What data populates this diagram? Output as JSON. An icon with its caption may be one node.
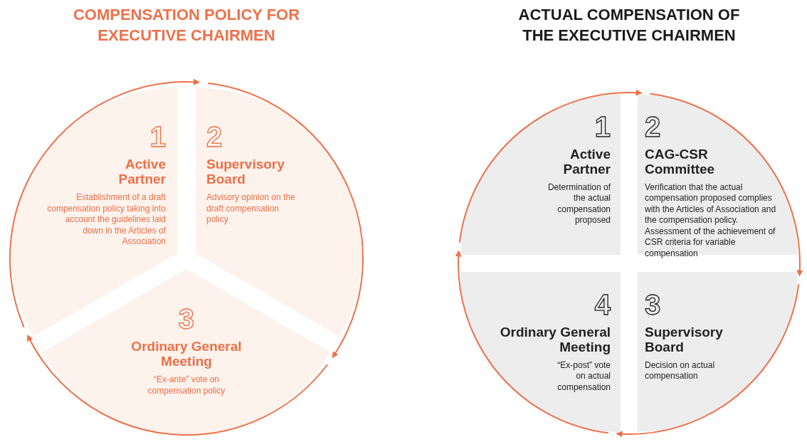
{
  "diagram": {
    "nodes": [
      {
        "text": [
          "1",
          "Active Partner",
          "Establishment of a draft compensation policy taking into account the guidelines laid down in  the Articles of Association"
        ]
      },
      {
        "text": [
          "2",
          "Supervisory Board",
          "Advisory opinion on the draft compensation policy"
        ]
      },
      {
        "text": [
          "3",
          "Ordinary General Meeting",
          "“Ex-ante” vote on compensation policy"
        ]
      },
      {
        "text": [
          "1",
          "Active Partner",
          "Determination of the actual compensation proposed"
        ]
      },
      {
        "text": [
          "2",
          "CAG-CSR Committee",
          "Verification that the actual compensation proposed complies with the Articles of Association and the compensation policy. Assessment of the achievement of CSR criteria for variable compensation"
        ]
      },
      {
        "text": [
          "3",
          "Supervisory Board",
          "Decision on actual compensation"
        ]
      },
      {
        "text": [
          "4",
          "Ordinary General Meeting",
          "“Ex-post” vote on actual compensation"
        ]
      }
    ],
    "edges": [
      {
        "from": 0,
        "to": 1,
        "arrow": "to"
      },
      {
        "from": 1,
        "to": 2,
        "arrow": "to"
      },
      {
        "from": 2,
        "to": 0,
        "arrow": "to"
      },
      {
        "from": 3,
        "to": 4,
        "arrow": "to"
      },
      {
        "from": 4,
        "to": 5,
        "arrow": "to"
      },
      {
        "from": 5,
        "to": 6,
        "arrow": "to"
      },
      {
        "from": 6,
        "to": 3,
        "arrow": "to"
      }
    ],
    "labels": [
      "COMPENSATION POLICY FOR EXECUTIVE CHAIRMEN",
      "ACTUAL COMPENSATION OF THE EXECUTIVE CHAIRMEN"
    ]
  }
}
